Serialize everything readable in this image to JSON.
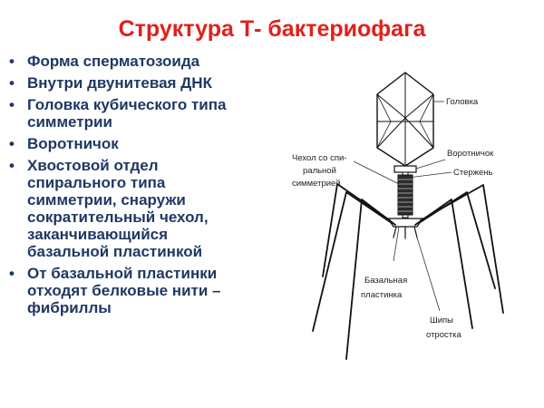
{
  "slide": {
    "title": "Структура  Т- бактериофага",
    "bullets": [
      {
        "lines": [
          "Форма сперматозоида"
        ]
      },
      {
        "lines": [
          "Внутри двунитевая ДНК"
        ]
      },
      {
        "lines": [
          "Головка кубического типа",
          "симметрии"
        ]
      },
      {
        "lines": [
          "Воротничок"
        ]
      },
      {
        "lines": [
          "Хвостовой отдел",
          "спирального типа",
          "симметрии, снаружи",
          "сократительный чехол,",
          "заканчивающийся",
          "базальной пластинкой"
        ]
      },
      {
        "lines": [
          "От базальной пластинки",
          "отходят белковые нити –",
          "фибриллы"
        ]
      }
    ]
  },
  "diagram": {
    "labels": {
      "head": "Головка",
      "collar": "Воротничок",
      "core": "Стержень",
      "sheath": [
        "Чехол со спи-",
        "ральной",
        "симметрией"
      ],
      "baseplate": [
        "Базальная",
        "пластинка"
      ],
      "spikes": [
        "Шипы",
        "отростка"
      ]
    }
  },
  "colors": {
    "title": "#e0201b",
    "text": "#1f3864"
  }
}
